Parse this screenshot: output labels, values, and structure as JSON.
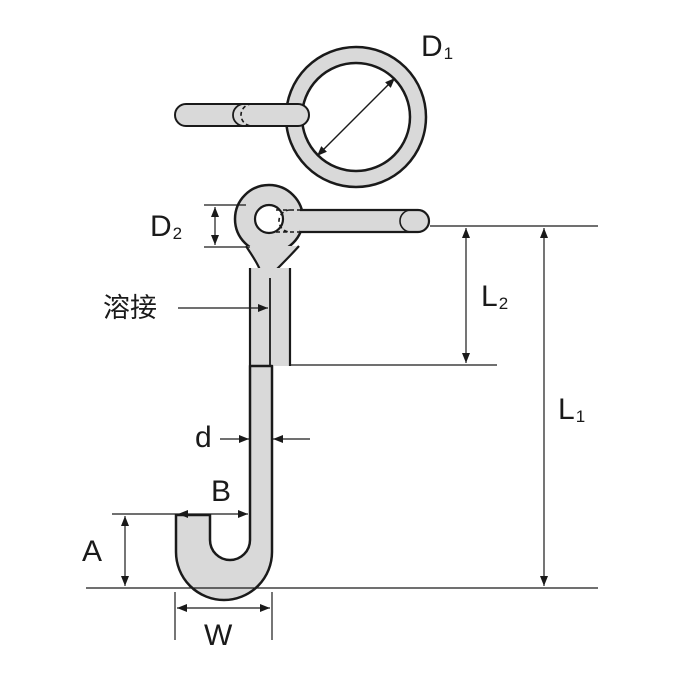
{
  "labels": {
    "ring_diameter": {
      "main": "D",
      "sub": "1"
    },
    "eye_diameter": {
      "main": "D",
      "sub": "2"
    },
    "weld": "溶接",
    "shank_length_upper": {
      "main": "L",
      "sub": "2"
    },
    "total_length": {
      "main": "L",
      "sub": "1"
    },
    "wire_diameter": "d",
    "hook_gap": "B",
    "hook_depth": "A",
    "hook_width": "W"
  },
  "colors": {
    "part_fill": "#d9d9d9",
    "outline": "#1a1a1a"
  }
}
